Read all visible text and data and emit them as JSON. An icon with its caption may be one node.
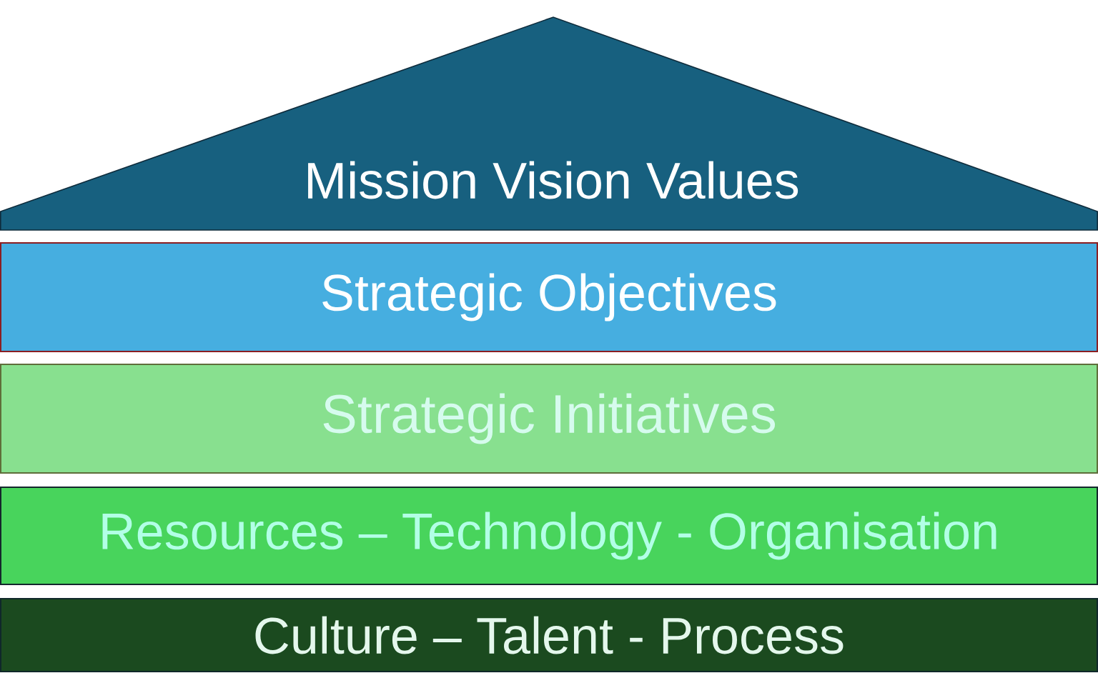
{
  "diagram": {
    "nodes": [
      {
        "text": [
          "Mission Vision Values"
        ]
      },
      {
        "text": [
          "Strategic Objectives"
        ]
      },
      {
        "text": [
          "Strategic Initiatives"
        ]
      },
      {
        "text": [
          "Resources – Technology - Organisation"
        ]
      },
      {
        "text": [
          "Culture – Talent - Process"
        ]
      }
    ]
  }
}
